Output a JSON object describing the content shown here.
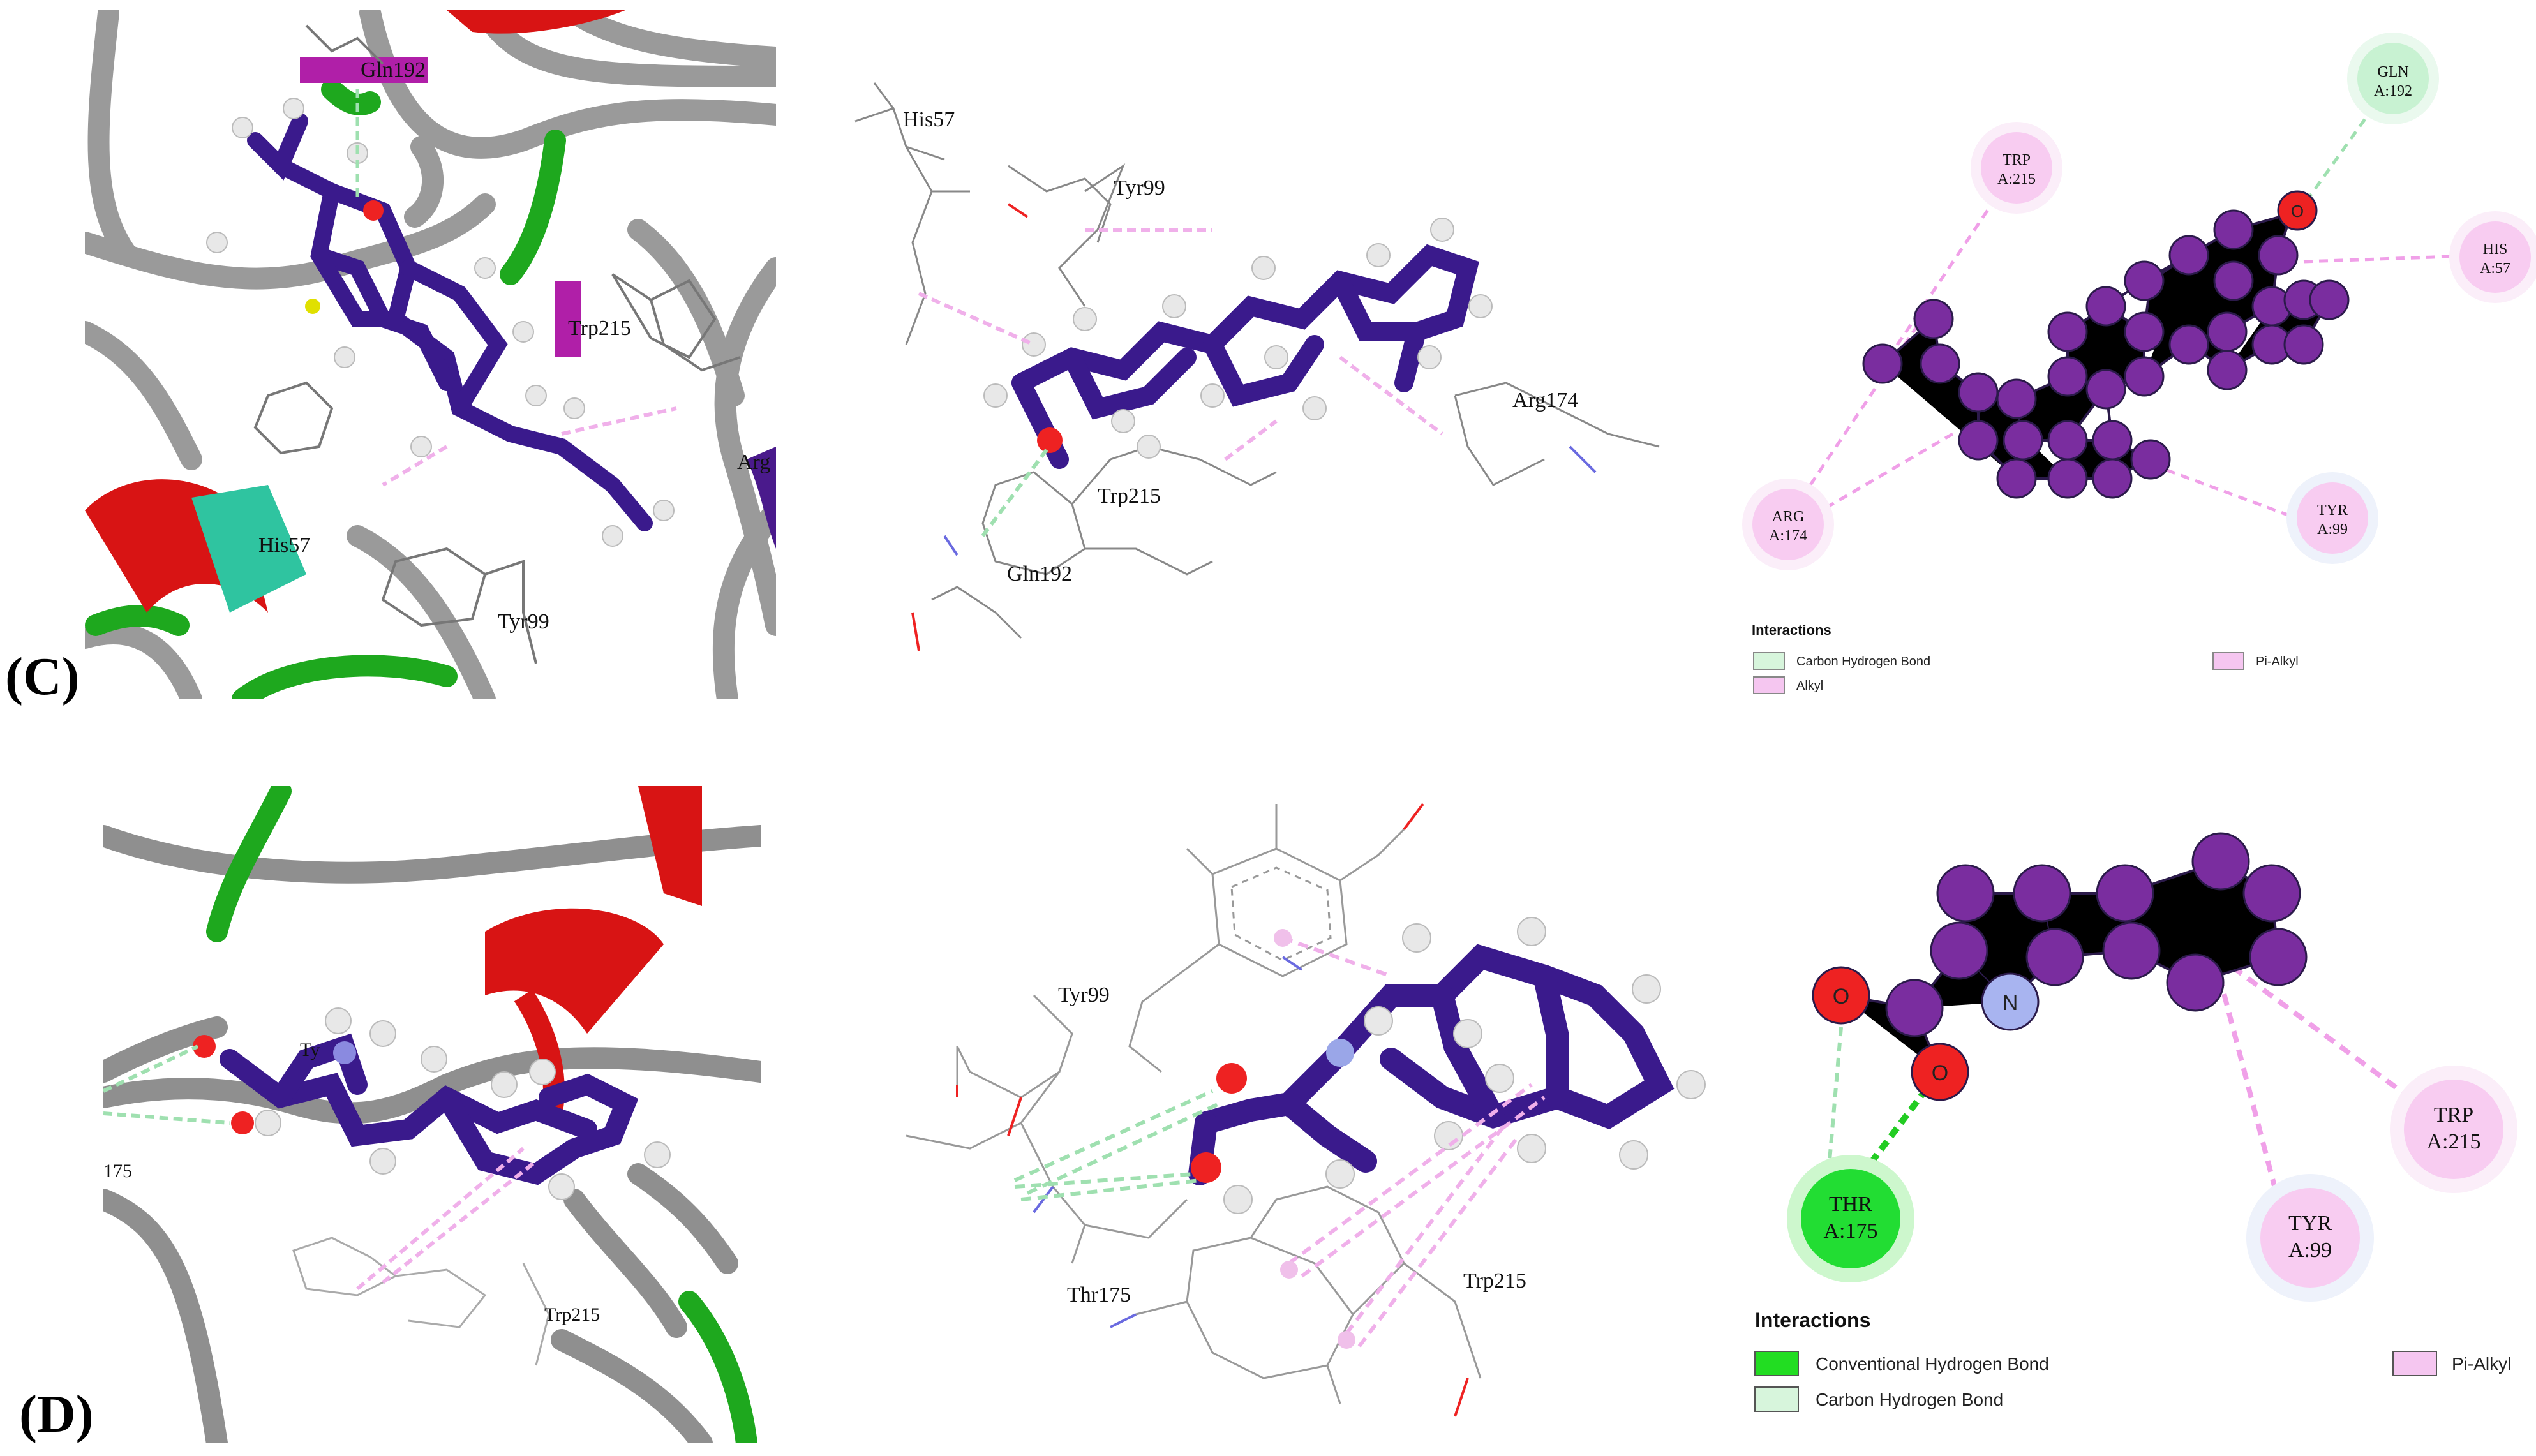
{
  "panels": {
    "c": {
      "label": "(C)",
      "view3d_labels": {
        "gln192": "Gln192",
        "trp215": "Trp215",
        "arg": "Arg",
        "his57": "His57",
        "tyr99": "Tyr99"
      },
      "view_lines_labels": {
        "his57": "His57",
        "tyr99": "Tyr99",
        "arg174": "Arg174",
        "trp215": "Trp215",
        "gln192": "Gln192"
      },
      "residues": {
        "gln": {
          "name": "GLN",
          "id": "A:192"
        },
        "trp": {
          "name": "TRP",
          "id": "A:215"
        },
        "his": {
          "name": "HIS",
          "id": "A:57"
        },
        "arg": {
          "name": "ARG",
          "id": "A:174"
        },
        "tyr": {
          "name": "TYR",
          "id": "A:99"
        }
      },
      "atom_labels": {
        "o": "O"
      },
      "legend": {
        "title": "Interactions",
        "items": [
          {
            "label": "Carbon Hydrogen Bond",
            "color": "#d7f5dc"
          },
          {
            "label": "Alkyl",
            "color": "#f5c6f0"
          },
          {
            "label": "Pi-Alkyl",
            "color": "#f5c6f0"
          }
        ]
      }
    },
    "d": {
      "label": "(D)",
      "view3d_labels": {
        "ty": "Ty",
        "n175": "175",
        "trp215": "Trp215"
      },
      "view_lines_labels": {
        "tyr99": "Tyr99",
        "thr175": "Thr175",
        "trp215": "Trp215"
      },
      "residues": {
        "thr": {
          "name": "THR",
          "id": "A:175"
        },
        "trp": {
          "name": "TRP",
          "id": "A:215"
        },
        "tyr": {
          "name": "TYR",
          "id": "A:99"
        }
      },
      "atom_labels": {
        "o1": "O",
        "o2": "O",
        "n": "N"
      },
      "legend": {
        "title": "Interactions",
        "items": [
          {
            "label": "Conventional Hydrogen Bond",
            "color": "#22dd22"
          },
          {
            "label": "Carbon Hydrogen Bond",
            "color": "#d7f5dc"
          },
          {
            "label": "Pi-Alkyl",
            "color": "#f5c6f0"
          }
        ]
      }
    }
  },
  "colors": {
    "ligand": "#3a1a8c",
    "atom_fill": "#7a2d9f",
    "oxygen": "#ee2222",
    "nitrogen": "#a8b4f0",
    "hbond_carbon": "#9fe0b0",
    "hbond_conv": "#22cc22",
    "alkyl": "#f0a0e8"
  }
}
